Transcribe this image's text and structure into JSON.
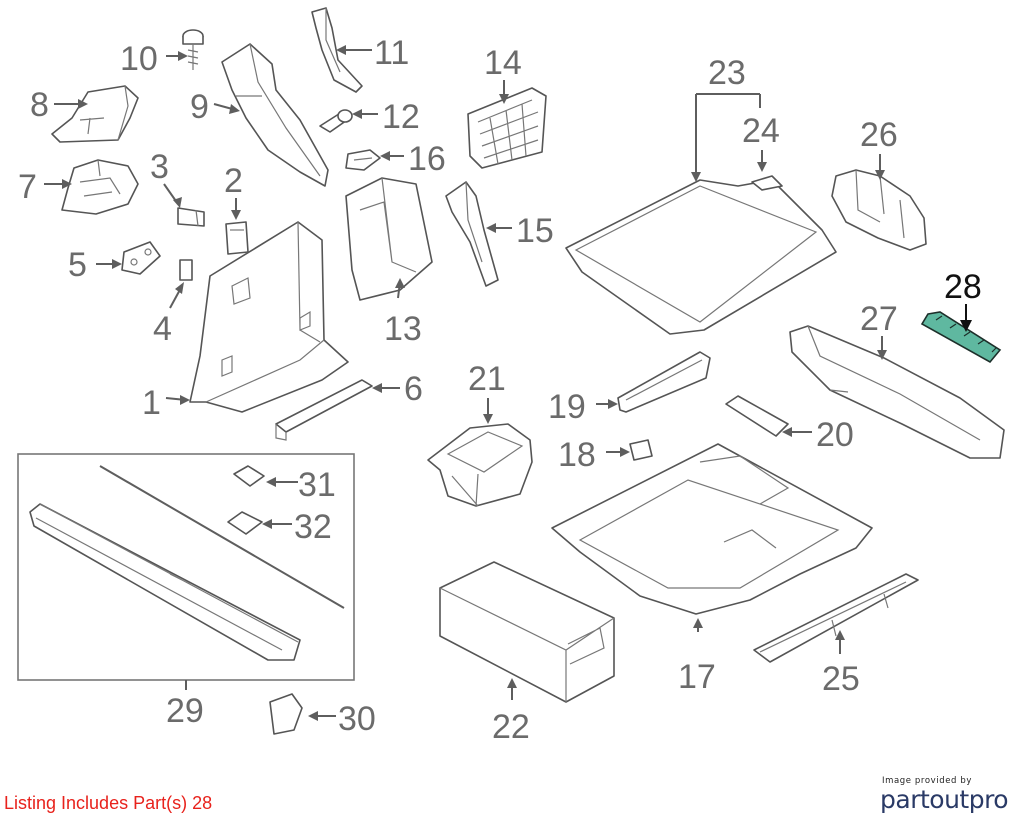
{
  "callouts": [
    {
      "id": "n1",
      "label": "1"
    },
    {
      "id": "n2",
      "label": "2"
    },
    {
      "id": "n3",
      "label": "3"
    },
    {
      "id": "n4",
      "label": "4"
    },
    {
      "id": "n5",
      "label": "5"
    },
    {
      "id": "n6",
      "label": "6"
    },
    {
      "id": "n7",
      "label": "7"
    },
    {
      "id": "n8",
      "label": "8"
    },
    {
      "id": "n9",
      "label": "9"
    },
    {
      "id": "n10",
      "label": "10"
    },
    {
      "id": "n11",
      "label": "11"
    },
    {
      "id": "n12",
      "label": "12"
    },
    {
      "id": "n13",
      "label": "13"
    },
    {
      "id": "n14",
      "label": "14"
    },
    {
      "id": "n15",
      "label": "15"
    },
    {
      "id": "n16",
      "label": "16"
    },
    {
      "id": "n17",
      "label": "17"
    },
    {
      "id": "n18",
      "label": "18"
    },
    {
      "id": "n19",
      "label": "19"
    },
    {
      "id": "n20",
      "label": "20"
    },
    {
      "id": "n21",
      "label": "21"
    },
    {
      "id": "n22",
      "label": "22"
    },
    {
      "id": "n23",
      "label": "23"
    },
    {
      "id": "n24",
      "label": "24"
    },
    {
      "id": "n25",
      "label": "25"
    },
    {
      "id": "n26",
      "label": "26"
    },
    {
      "id": "n27",
      "label": "27"
    },
    {
      "id": "n28",
      "label": "28"
    },
    {
      "id": "n29",
      "label": "29"
    },
    {
      "id": "n30",
      "label": "30"
    },
    {
      "id": "n31",
      "label": "31"
    },
    {
      "id": "n32",
      "label": "32"
    }
  ],
  "highlighted_part": "28",
  "highlight_color": "#5fb8a0",
  "listing_text": "Listing Includes Part(s) 28",
  "listing_color": "#e8221c",
  "credit": {
    "line1": "Image provided by",
    "brand": "partoutpro"
  }
}
